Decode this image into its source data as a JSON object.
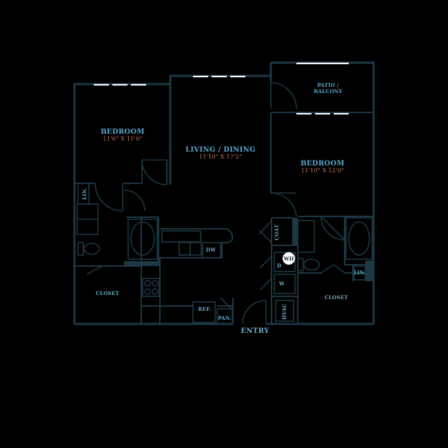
{
  "rooms": {
    "bedroom_left": {
      "label": "BEDROOM",
      "dims": "11'6\" X 11'0\""
    },
    "living_dining": {
      "label": "LIVING / DINING",
      "dims": "11'10\" X 17'2\""
    },
    "patio": {
      "line1": "PATIO /",
      "line2": "BALCONY"
    },
    "bedroom_right": {
      "label": "BEDROOM",
      "dims": "11'10\" X 12'0\""
    }
  },
  "labels": {
    "lin_left": "LIN.",
    "lin_right": "LIN.",
    "closet_left": "CLOSET",
    "closet_right": "CLOSET",
    "dw": "DW",
    "ref": "REF.",
    "pan": "PAN.",
    "coat": "COAT",
    "wh": "WH",
    "dryer": "D",
    "washer": "W",
    "hvac": "HVAC",
    "entry": "ENTRY"
  },
  "colors": {
    "background": "#000000",
    "walls": "#1d3945",
    "room_labels": "#5aa7c9",
    "dimensions": "#c77c54",
    "windows": "#ffffff"
  }
}
